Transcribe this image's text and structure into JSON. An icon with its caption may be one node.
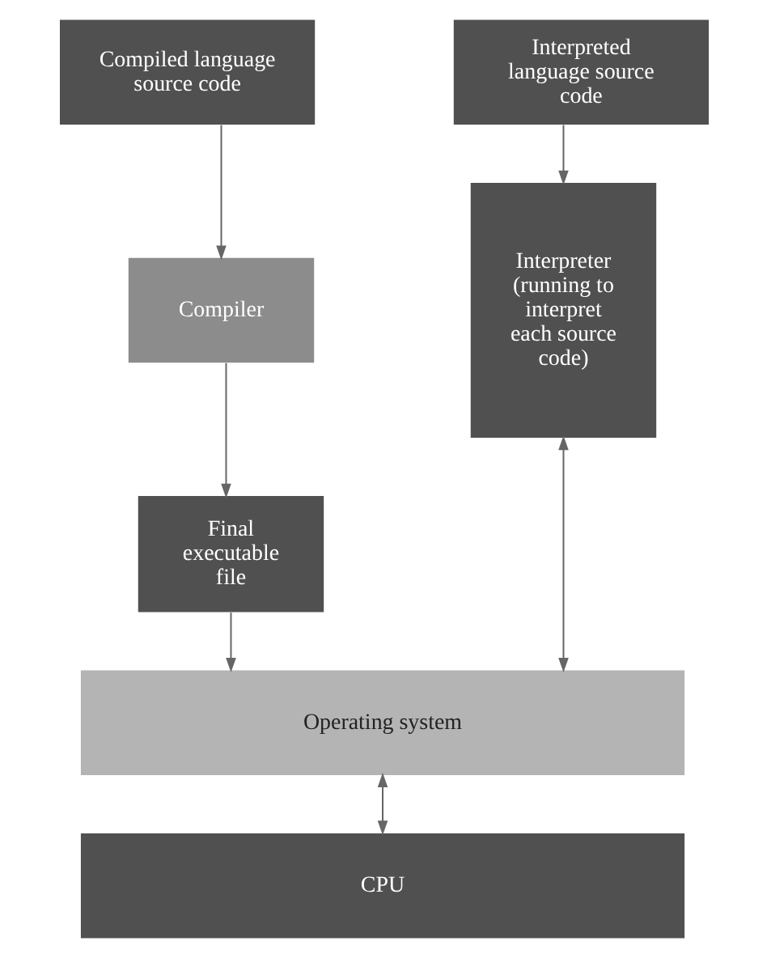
{
  "diagram": {
    "nodes": [
      {
        "text": [
          "Compiled language source code"
        ]
      },
      {
        "text": [
          "Interpreted language source code"
        ]
      },
      {
        "text": [
          "Compiler"
        ]
      },
      {
        "text": [
          "Interpreter (running to interpret each source code)"
        ]
      },
      {
        "text": [
          "Final executable file"
        ]
      },
      {
        "text": [
          "Operating system"
        ]
      },
      {
        "text": [
          "CPU"
        ]
      }
    ],
    "edges": [
      {
        "from": 0,
        "to": 2,
        "arrow": "to"
      },
      {
        "from": 2,
        "to": 4,
        "arrow": "to"
      },
      {
        "from": 4,
        "to": 5,
        "arrow": "to"
      },
      {
        "from": 1,
        "to": 3,
        "arrow": "to"
      },
      {
        "from": 3,
        "to": 5,
        "arrow": "both"
      },
      {
        "from": 5,
        "to": 6,
        "arrow": "both"
      }
    ]
  }
}
